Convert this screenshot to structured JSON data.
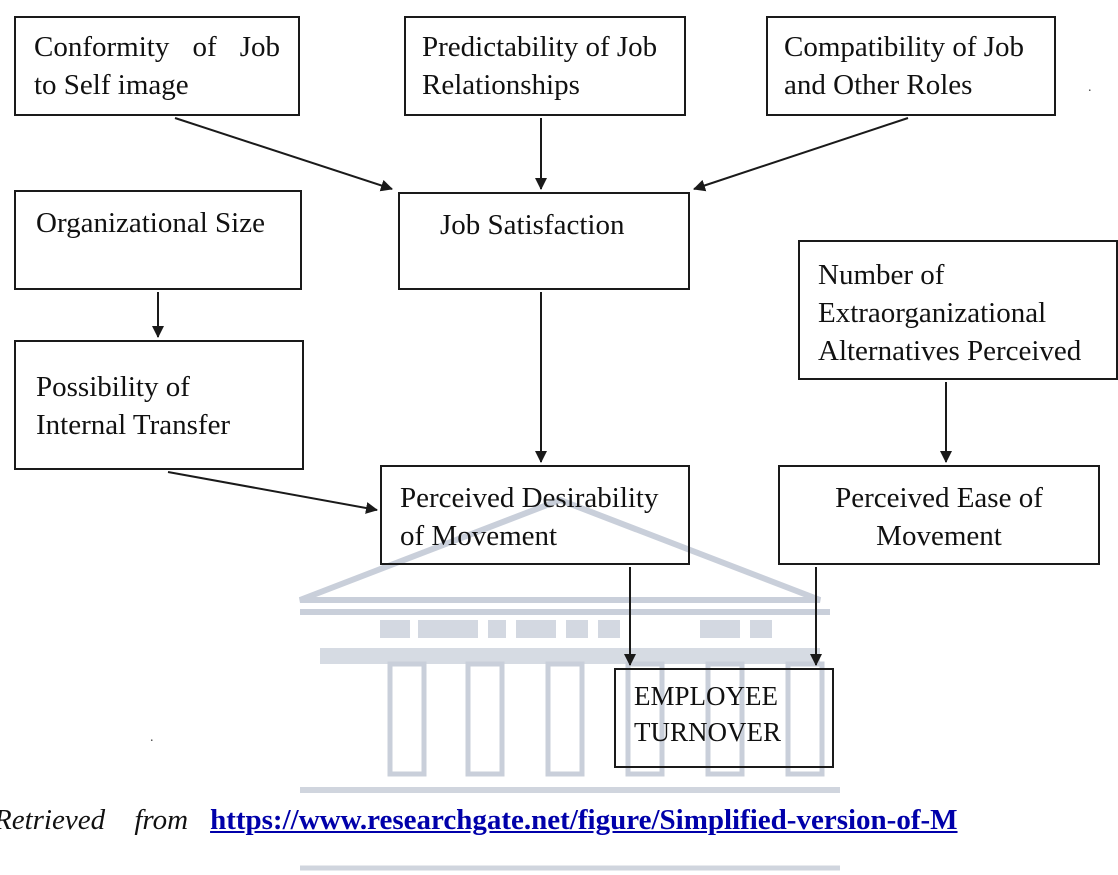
{
  "diagram": {
    "boxes": {
      "conformity": {
        "line1": "Conformity of Job",
        "line2": "to Self image"
      },
      "predictability": {
        "line1": "Predictability of Job",
        "line2": "Relationships"
      },
      "compatibility": {
        "line1": "Compatibility of Job",
        "line2": "and Other Roles"
      },
      "org_size": {
        "line1": "Organizational Size"
      },
      "job_satisfaction": {
        "line1": "Job Satisfaction"
      },
      "num_alternatives": {
        "line1": "Number of",
        "line2": "Extraorganizational",
        "line3": "Alternatives Perceived"
      },
      "internal_transfer": {
        "line1": "Possibility of",
        "line2": "Internal Transfer"
      },
      "desirability": {
        "line1": "Perceived Desirability",
        "line2": "of Movement"
      },
      "ease": {
        "line1": "Perceived Ease of",
        "line2": "Movement"
      },
      "turnover": {
        "line1": "EMPLOYEE",
        "line2": "TURNOVER"
      }
    },
    "edges": [
      {
        "from": "conformity",
        "to": "job_satisfaction"
      },
      {
        "from": "predictability",
        "to": "job_satisfaction"
      },
      {
        "from": "compatibility",
        "to": "job_satisfaction"
      },
      {
        "from": "org_size",
        "to": "internal_transfer"
      },
      {
        "from": "job_satisfaction",
        "to": "desirability"
      },
      {
        "from": "internal_transfer",
        "to": "desirability"
      },
      {
        "from": "num_alternatives",
        "to": "ease"
      },
      {
        "from": "desirability",
        "to": "turnover"
      },
      {
        "from": "ease",
        "to": "turnover"
      }
    ]
  },
  "caption": {
    "prefix": "Retrieved from",
    "link_text": "https://www.researchgate.net/figure/Simplified-version-of-M"
  },
  "stray_marks": {
    "dot": "."
  },
  "colors": {
    "line": "#1a1a1a",
    "link": "#0000aa",
    "watermark": "#c5cbd6"
  }
}
